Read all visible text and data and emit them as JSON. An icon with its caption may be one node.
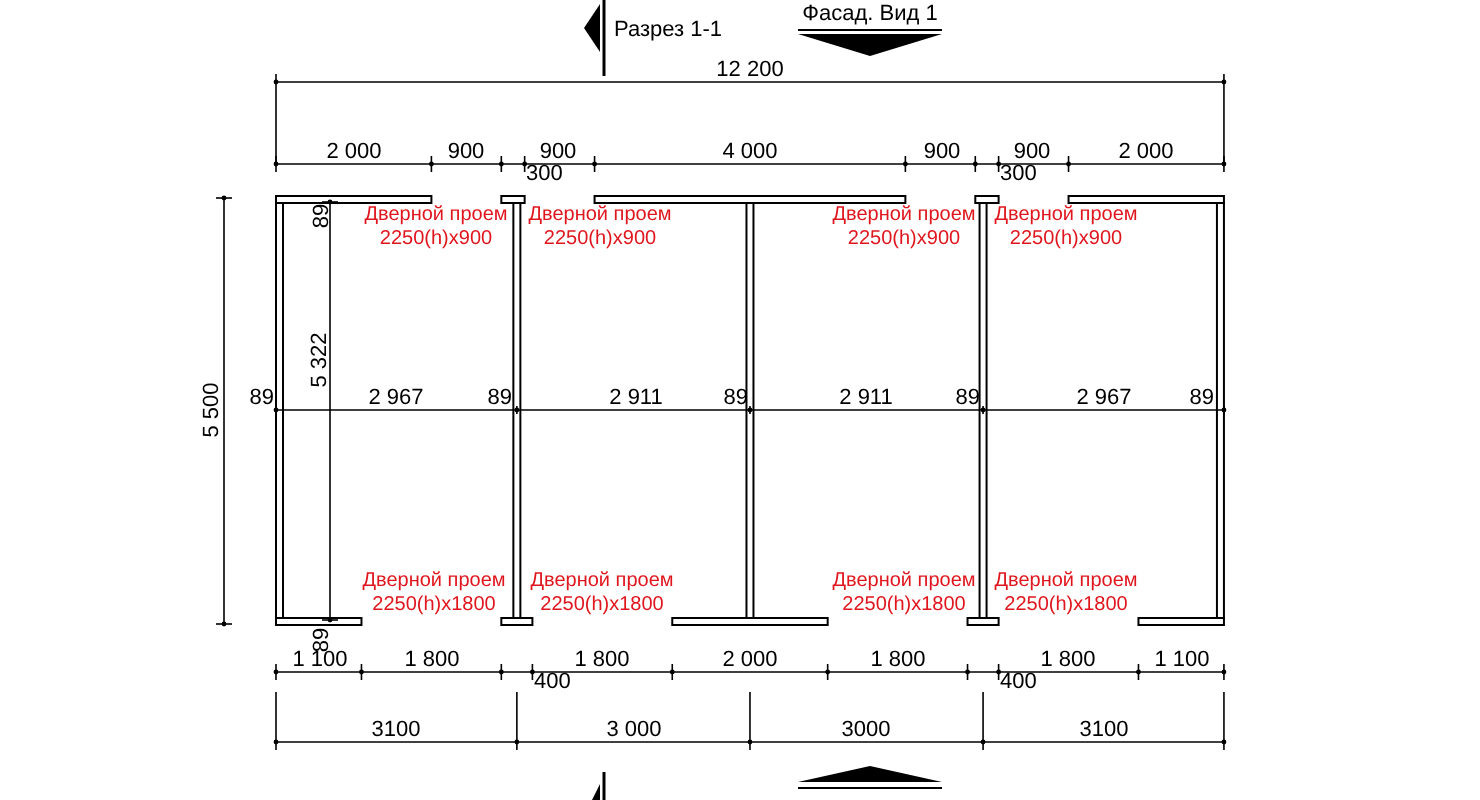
{
  "diagram": {
    "labels": [
      "Фасад. Вид 1",
      "Разрез 1-1",
      "12 200",
      "2 000",
      "900",
      "900",
      "4 000",
      "900",
      "900",
      "2 000",
      "300",
      "300",
      "Дверной проем 2250(h)x900",
      "Дверной проем 2250(h)x900",
      "Дверной проем 2250(h)x900",
      "Дверной проем 2250(h)x900",
      "89",
      "5 500",
      "5 322",
      "89",
      "2 967",
      "89",
      "2 911",
      "89",
      "2 911",
      "89",
      "2 967",
      "89",
      "Дверной проем 2250(h)x1800",
      "Дверной проем 2250(h)x1800",
      "Дверной проем 2250(h)x1800",
      "Дверной проем 2250(h)x1800",
      "89",
      "1 100",
      "1 800",
      "1 800",
      "2 000",
      "1 800",
      "1 800",
      "1 100",
      "400",
      "400",
      "3100",
      "3 000",
      "3000",
      "3100"
    ]
  }
}
